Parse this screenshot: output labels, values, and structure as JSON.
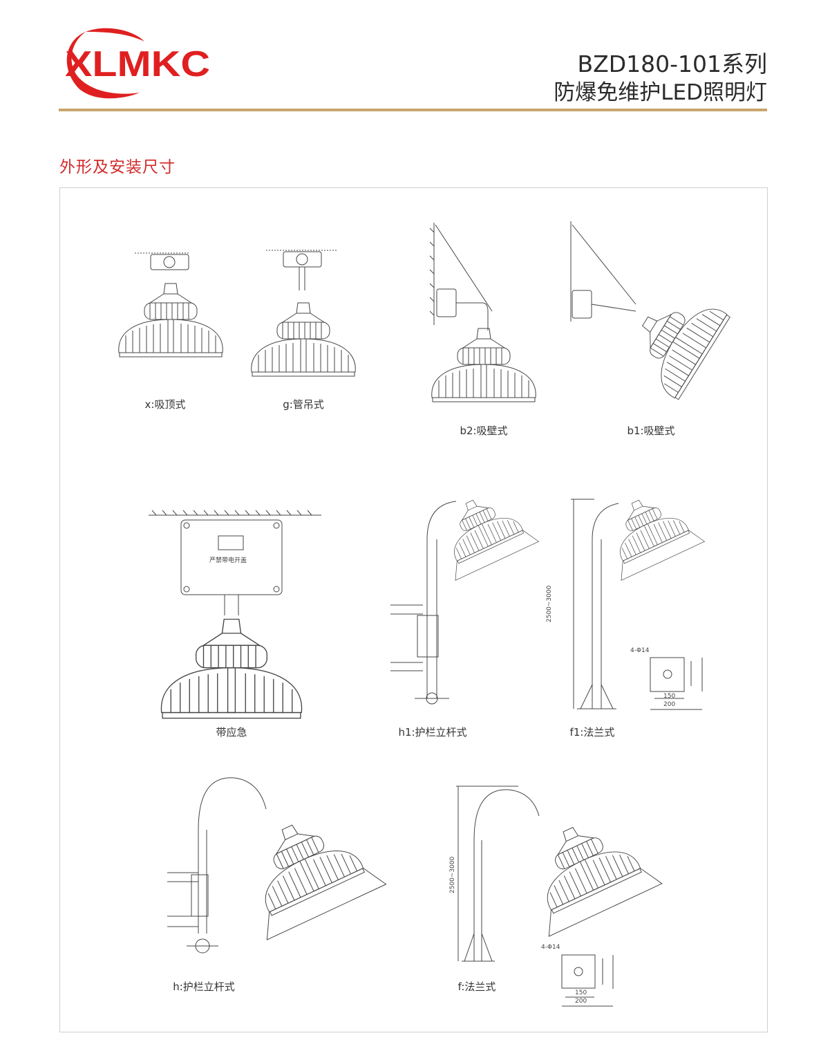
{
  "brand": {
    "logo_text": "XLMKC",
    "color": "#e02020"
  },
  "header": {
    "title_line1": "BZD180-101系列",
    "title_line2": "防爆免维护LED照明灯",
    "rule_color": "#c9a56b"
  },
  "section": {
    "title": "外形及安装尺寸",
    "color": "#d22a2a"
  },
  "figures": [
    {
      "id": "x",
      "caption": "x:吸顶式"
    },
    {
      "id": "g",
      "caption": "g:管吊式"
    },
    {
      "id": "b2",
      "caption": "b2:吸壁式"
    },
    {
      "id": "b1",
      "caption": "b1:吸壁式"
    },
    {
      "id": "emergency",
      "caption": "带应急",
      "box_label": "严禁带电开盖"
    },
    {
      "id": "h1",
      "caption": "h1:护栏立杆式"
    },
    {
      "id": "f1",
      "caption": "f1:法兰式",
      "height_range": "2500~3000",
      "holes": "4-Φ14",
      "inner": "150",
      "outer": "200"
    },
    {
      "id": "h",
      "caption": "h:护栏立杆式"
    },
    {
      "id": "f",
      "caption": "f:法兰式",
      "height_range": "2500~3000",
      "holes": "4-Φ14",
      "inner": "150",
      "outer": "200"
    }
  ]
}
